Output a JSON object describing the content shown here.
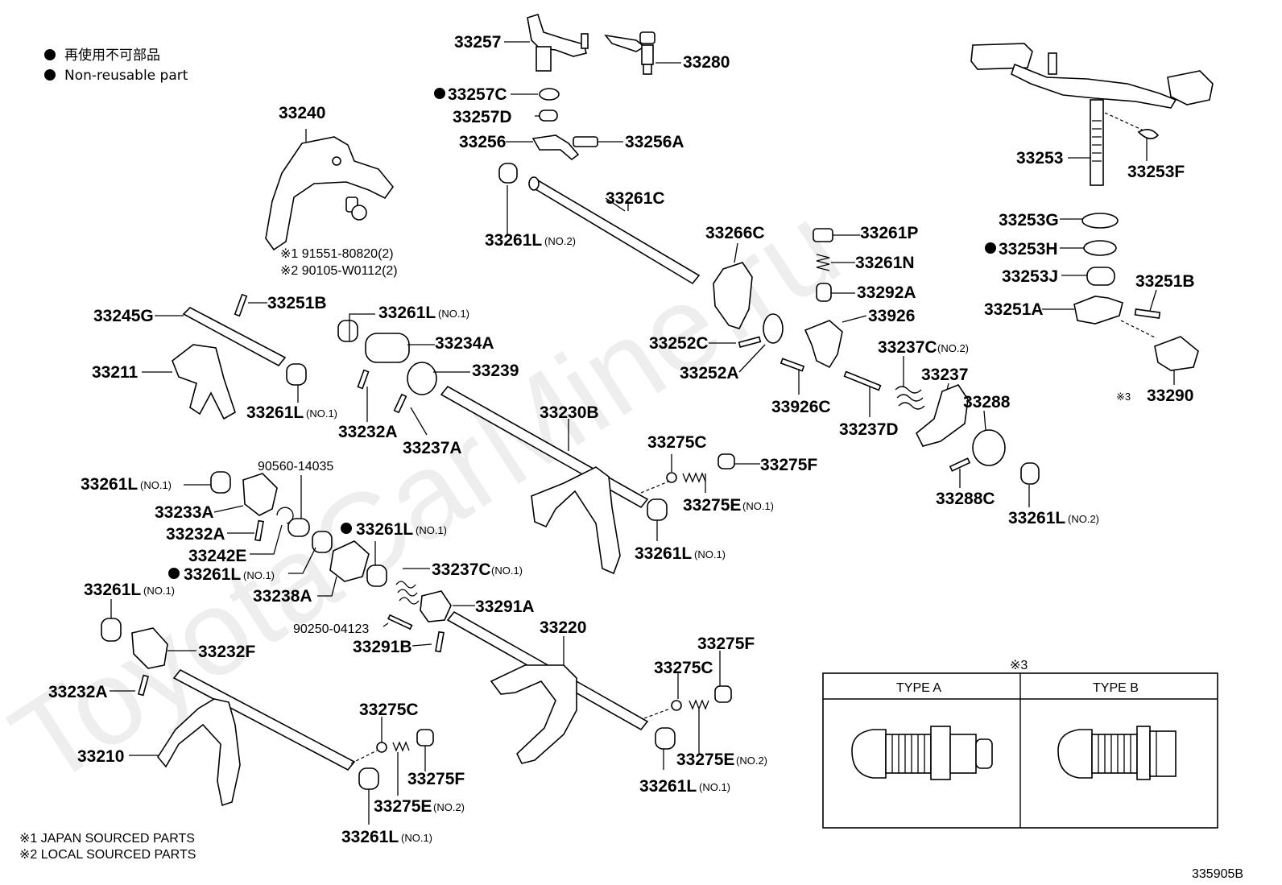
{
  "legend": {
    "ja": "再使用不可部品",
    "en": "Non-reusable part"
  },
  "watermark": "ToyotaCarMine.ru",
  "notes": {
    "n1": "※1  JAPAN SOURCED PARTS",
    "n2": "※2  LOCAL SOURCED PARTS"
  },
  "bolt_refs": {
    "r1": "※1 91551-80820(2)",
    "r2": "※2 90105-W0112(2)"
  },
  "type_box": {
    "mark": "※3",
    "type_a": "TYPE A",
    "type_b": "TYPE B"
  },
  "diagram_id": "335905B",
  "parts": {
    "p33257": "33257",
    "p33280": "33280",
    "p33257C": "33257C",
    "p33257D": "33257D",
    "p33256": "33256",
    "p33256A": "33256A",
    "p33261C": "33261C",
    "p33261L_a": "33261L",
    "p33261L_a_sub": "(NO.2)",
    "p33240": "33240",
    "p33266C": "33266C",
    "p33261P": "33261P",
    "p33261N": "33261N",
    "p33292A": "33292A",
    "p33926": "33926",
    "p33252C": "33252C",
    "p33252A": "33252A",
    "p33926C": "33926C",
    "p33237C_a": "33237C",
    "p33237C_a_sub": "(NO.2)",
    "p33237": "33237",
    "p33237D": "33237D",
    "p33288": "33288",
    "p33288C": "33288C",
    "p33261L_b": "33261L",
    "p33261L_b_sub": "(NO.2)",
    "p33253": "33253",
    "p33253F": "33253F",
    "p33253G": "33253G",
    "p33253H": "33253H",
    "p33253J": "33253J",
    "p33251B_a": "33251B",
    "p33251A": "33251A",
    "p33290": "33290",
    "p33290_mark": "※3",
    "p33245G": "33245G",
    "p33251B_b": "33251B",
    "p33211": "33211",
    "p33261L_c": "33261L",
    "p33261L_c_sub": "(NO.1)",
    "p33261L_d": "33261L",
    "p33261L_d_sub": "(NO.1)",
    "p33234A": "33234A",
    "p33239": "33239",
    "p33232A_a": "33232A",
    "p33237A": "33237A",
    "p33230B": "33230B",
    "p33275C_a": "33275C",
    "p33275F_a": "33275F",
    "p33275E_a": "33275E",
    "p33275E_a_sub": "(NO.1)",
    "p33261L_e": "33261L",
    "p33261L_e_sub": "(NO.1)",
    "p33261L_f": "33261L",
    "p33261L_f_sub": "(NO.1)",
    "p90560": "90560-14035",
    "p33233A": "33233A",
    "p33232A_b": "33232A",
    "p33242E": "33242E",
    "p33261L_g": "33261L",
    "p33261L_g_sub": "(NO.1)",
    "p33261L_h": "33261L",
    "p33261L_h_sub": "(NO.1)",
    "p33238A": "33238A",
    "p33237C_b": "33237C",
    "p33237C_b_sub": "(NO.1)",
    "p33291A": "33291A",
    "p33261L_i": "33261L",
    "p33261L_i_sub": "(NO.1)",
    "p90250": "90250-04123",
    "p33291B": "33291B",
    "p33220": "33220",
    "p33275F_b": "33275F",
    "p33275C_b": "33275C",
    "p33232F": "33232F",
    "p33232A_c": "33232A",
    "p33210": "33210",
    "p33275C_c": "33275C",
    "p33275F_c": "33275F",
    "p33275E_b": "33275E",
    "p33275E_b_sub": "(NO.2)",
    "p33261L_j": "33261L",
    "p33261L_j_sub": "(NO.1)",
    "p33275E_c": "33275E",
    "p33275E_c_sub": "(NO.2)",
    "p33261L_k": "33261L",
    "p33261L_k_sub": "(NO.1)"
  }
}
